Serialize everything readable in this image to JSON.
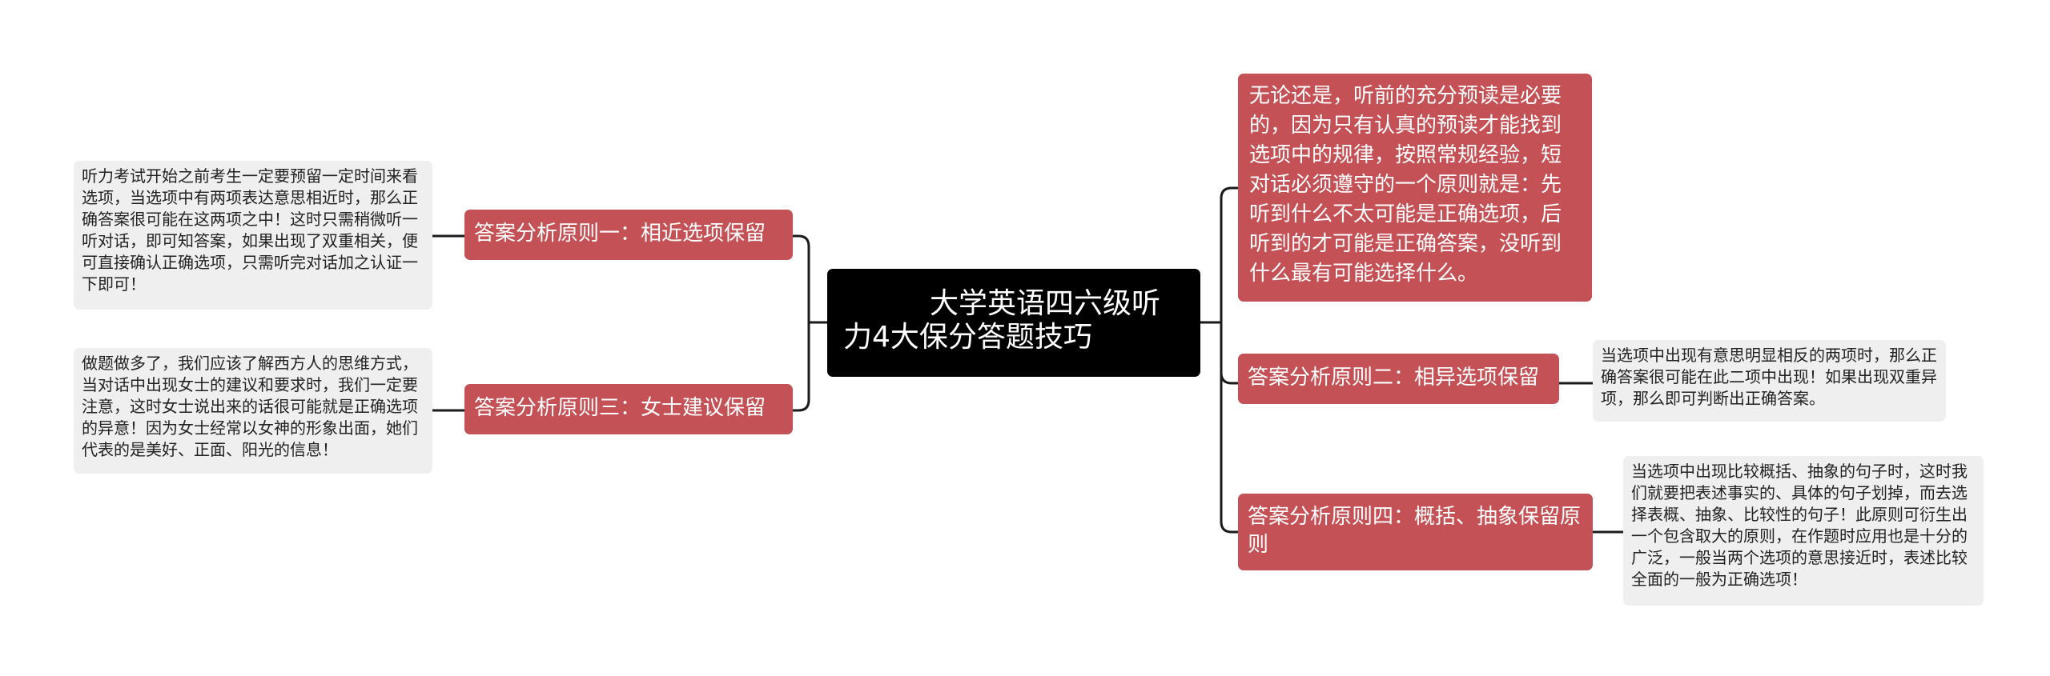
{
  "root": {
    "title": "大学英语四六级听力4大保分答题技巧"
  },
  "right": {
    "intro": "无论还是，听前的充分预读是必要的，因为只有认真的预读才能找到选项中的规律，按照常规经验，短对话必须遵守的一个原则就是：先听到什么不太可能是正确选项，后听到的才可能是正确答案，没听到什么最有可能选择什么。",
    "rule2": {
      "label": "答案分析原则二：相异选项保留",
      "detail": "当选项中出现有意思明显相反的两项时，那么正确答案很可能在此二项中出现！如果出现双重异项，那么即可判断出正确答案。"
    },
    "rule4": {
      "label": "答案分析原则四：概括、抽象保留原则",
      "detail": "当选项中出现比较概括、抽象的句子时，这时我们就要把表述事实的、具体的句子划掉，而去选择表概、抽象、比较性的句子！此原则可衍生出一个包含取大的原则，在作题时应用也是十分的广泛，一般当两个选项的意思接近时，表述比较全面的一般为正确选项！"
    }
  },
  "left": {
    "rule1": {
      "label": "答案分析原则一：相近选项保留",
      "detail": "听力考试开始之前考生一定要预留一定时间来看选项，当选项中有两项表达意思相近时，那么正确答案很可能在这两项之中！这时只需稍微听一听对话，即可知答案，如果出现了双重相关，便可直接确认正确选项，只需听完对话加之认证一下即可！"
    },
    "rule3": {
      "label": "答案分析原则三：女士建议保留",
      "detail": "做题做多了，我们应该了解西方人的思维方式，当对话中出现女士的建议和要求时，我们一定要注意，这时女士说出来的话很可能就是正确选项的异意！因为女士经常以女神的形象出面，她们代表的是美好、正面、阳光的信息！"
    }
  },
  "colors": {
    "root_bg": "#000000",
    "branch_bg": "#c35155",
    "leaf_bg": "#efefef",
    "connector": "#1a1a1a"
  }
}
